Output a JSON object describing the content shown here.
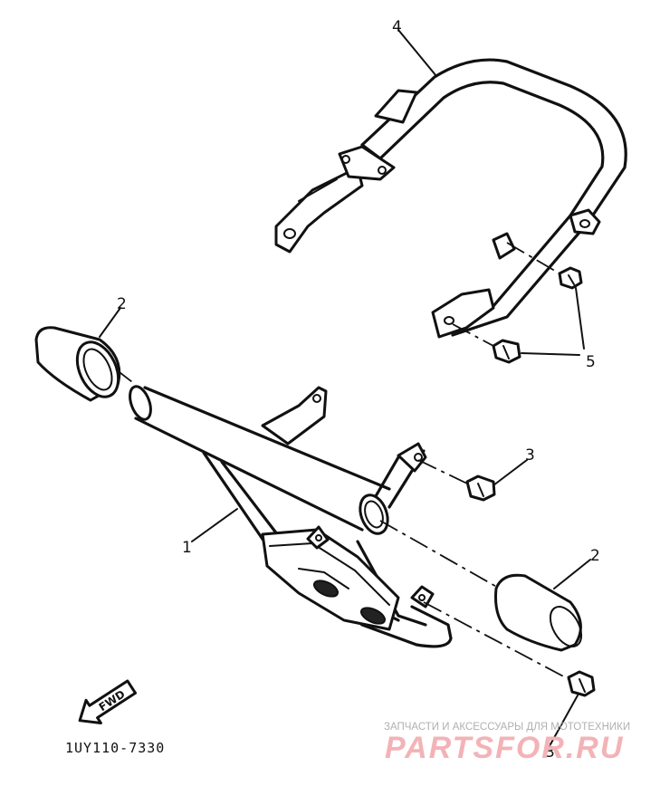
{
  "callouts": {
    "c1": "1",
    "c2_left": "2",
    "c2_right": "2",
    "c3_upper": "3",
    "c3_lower": "3",
    "c4": "4",
    "c5": "5"
  },
  "fwd_label": "FWD",
  "diagram_code": "1UY110-7330",
  "watermark": {
    "tagline": "ЗАПЧАСТИ И АКСЕССУАРЫ ДЛЯ МОТОТЕХНИКИ",
    "brand": "PARTSFOR.RU"
  },
  "colors": {
    "line": "#111111",
    "watermark_brand": "#f3b3b6",
    "watermark_tagline": "#b0b0b0"
  }
}
